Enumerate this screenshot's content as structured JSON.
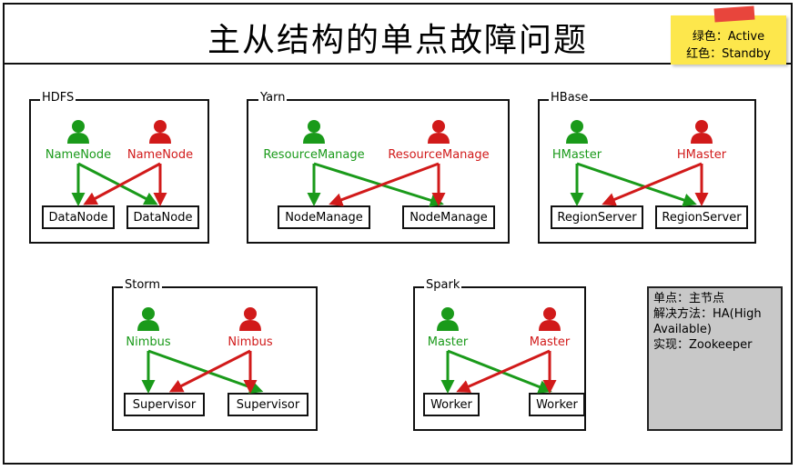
{
  "title": "主从结构的单点故障问题",
  "legend": {
    "active": "绿色：Active",
    "standby": "红色：Standby"
  },
  "colors": {
    "active": "#1a9a1a",
    "standby": "#d11a1a"
  },
  "groups": [
    {
      "id": "hdfs",
      "name": "HDFS",
      "master_active": "NameNode",
      "master_standby": "NameNode",
      "workers": [
        "DataNode",
        "DataNode"
      ]
    },
    {
      "id": "yarn",
      "name": "Yarn",
      "master_active": "ResourceManage",
      "master_standby": "ResourceManage",
      "workers": [
        "NodeManage",
        "NodeManage"
      ]
    },
    {
      "id": "hbase",
      "name": "HBase",
      "master_active": "HMaster",
      "master_standby": "HMaster",
      "workers": [
        "RegionServer",
        "RegionServer"
      ]
    },
    {
      "id": "storm",
      "name": "Storm",
      "master_active": "Nimbus",
      "master_standby": "Nimbus",
      "workers": [
        "Supervisor",
        "Supervisor"
      ]
    },
    {
      "id": "spark",
      "name": "Spark",
      "master_active": "Master",
      "master_standby": "Master",
      "workers": [
        "Worker",
        "Worker"
      ]
    }
  ],
  "info": {
    "line1": "单点：主节点",
    "line2": "解决方法：HA(High",
    "line3": "Available)",
    "line4": "实现：Zookeeper"
  }
}
